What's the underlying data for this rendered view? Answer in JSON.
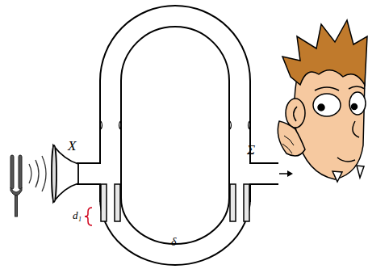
{
  "diagram": {
    "labels": [
      "Χ",
      "Σ",
      "d₁",
      "δ"
    ]
  }
}
